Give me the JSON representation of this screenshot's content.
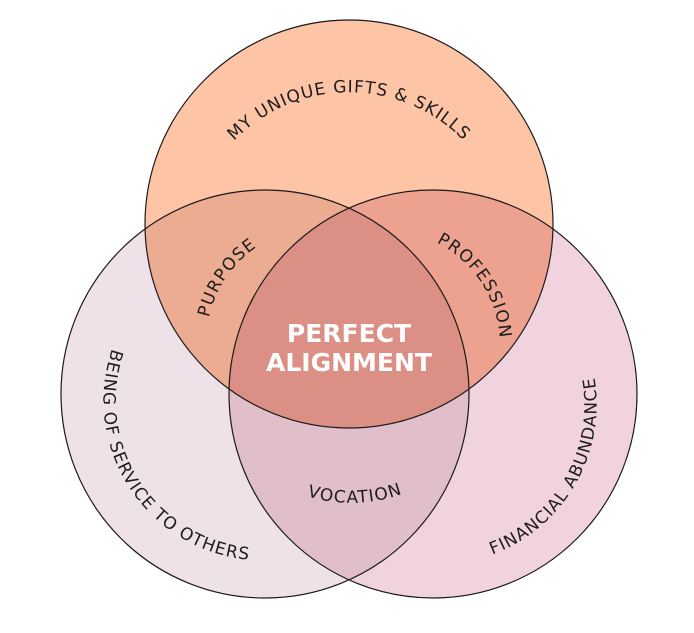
{
  "diagram": {
    "circles": [
      {
        "id": "gifts",
        "label": "MY UNIQUE GIFTS & SKILLS",
        "color": "#FDC4A6"
      },
      {
        "id": "service",
        "label": "BEING OF SERVICE TO OTHERS",
        "color": "#EEE1E7"
      },
      {
        "id": "abundance",
        "label": "FINANCIAL ABUNDANCE",
        "color": "#F0D3DE"
      }
    ],
    "intersections": {
      "purpose": {
        "label": "PURPOSE",
        "color": "#EBAC91"
      },
      "profession": {
        "label": "PROFESSION",
        "color": "#EDA290"
      },
      "vocation": {
        "label": "VOCATION",
        "color": "#E0BFCB"
      }
    },
    "center": {
      "lines": [
        "PERFECT",
        "ALIGNMENT"
      ],
      "color": "#DC8F84"
    },
    "outline_color": "#1a1a1a"
  }
}
